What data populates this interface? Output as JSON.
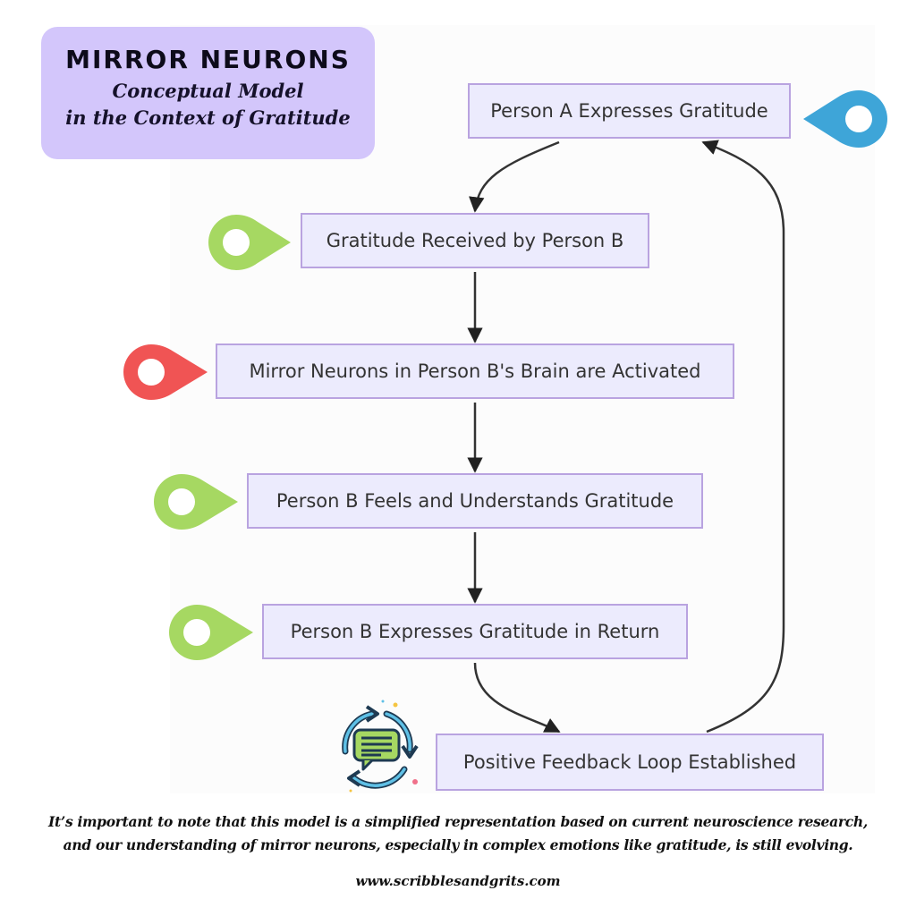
{
  "title": {
    "main": "MIRROR NEURONS",
    "subtitle_line1": "Conceptual Model",
    "subtitle_line2": "in the Context of Gratitude",
    "background_color": "#d3c6fb"
  },
  "diagram": {
    "nodes": [
      {
        "id": "A",
        "label": "Person A Expresses Gratitude",
        "marker": "blue-pin",
        "marker_color": "#3ea5d8"
      },
      {
        "id": "B",
        "label": "Gratitude Received by Person B",
        "marker": "green-pin",
        "marker_color": "#a6d862"
      },
      {
        "id": "C",
        "label": "Mirror Neurons in Person B's Brain are Activated",
        "marker": "red-pin",
        "marker_color": "#f05454"
      },
      {
        "id": "D",
        "label": "Person B Feels and Understands Gratitude",
        "marker": "green-pin",
        "marker_color": "#a6d862"
      },
      {
        "id": "E",
        "label": "Person B Expresses Gratitude in Return",
        "marker": "green-pin",
        "marker_color": "#a6d862"
      },
      {
        "id": "F",
        "label": "Positive Feedback Loop Established",
        "marker": "feedback-loop-icon",
        "marker_color": "#3ea5d8"
      }
    ],
    "edges": [
      {
        "from": "A",
        "to": "B"
      },
      {
        "from": "B",
        "to": "C"
      },
      {
        "from": "C",
        "to": "D"
      },
      {
        "from": "D",
        "to": "E"
      },
      {
        "from": "E",
        "to": "F"
      },
      {
        "from": "F",
        "to": "A"
      }
    ],
    "node_fill": "#ecebfd",
    "node_border": "#b9a3e0"
  },
  "footnote": {
    "line1": "It’s important to note that this model is a simplified representation based on current neuroscience research,",
    "line2": "and our understanding of mirror neurons, especially in complex emotions like gratitude, is still evolving."
  },
  "website": "www.scribblesandgrits.com"
}
